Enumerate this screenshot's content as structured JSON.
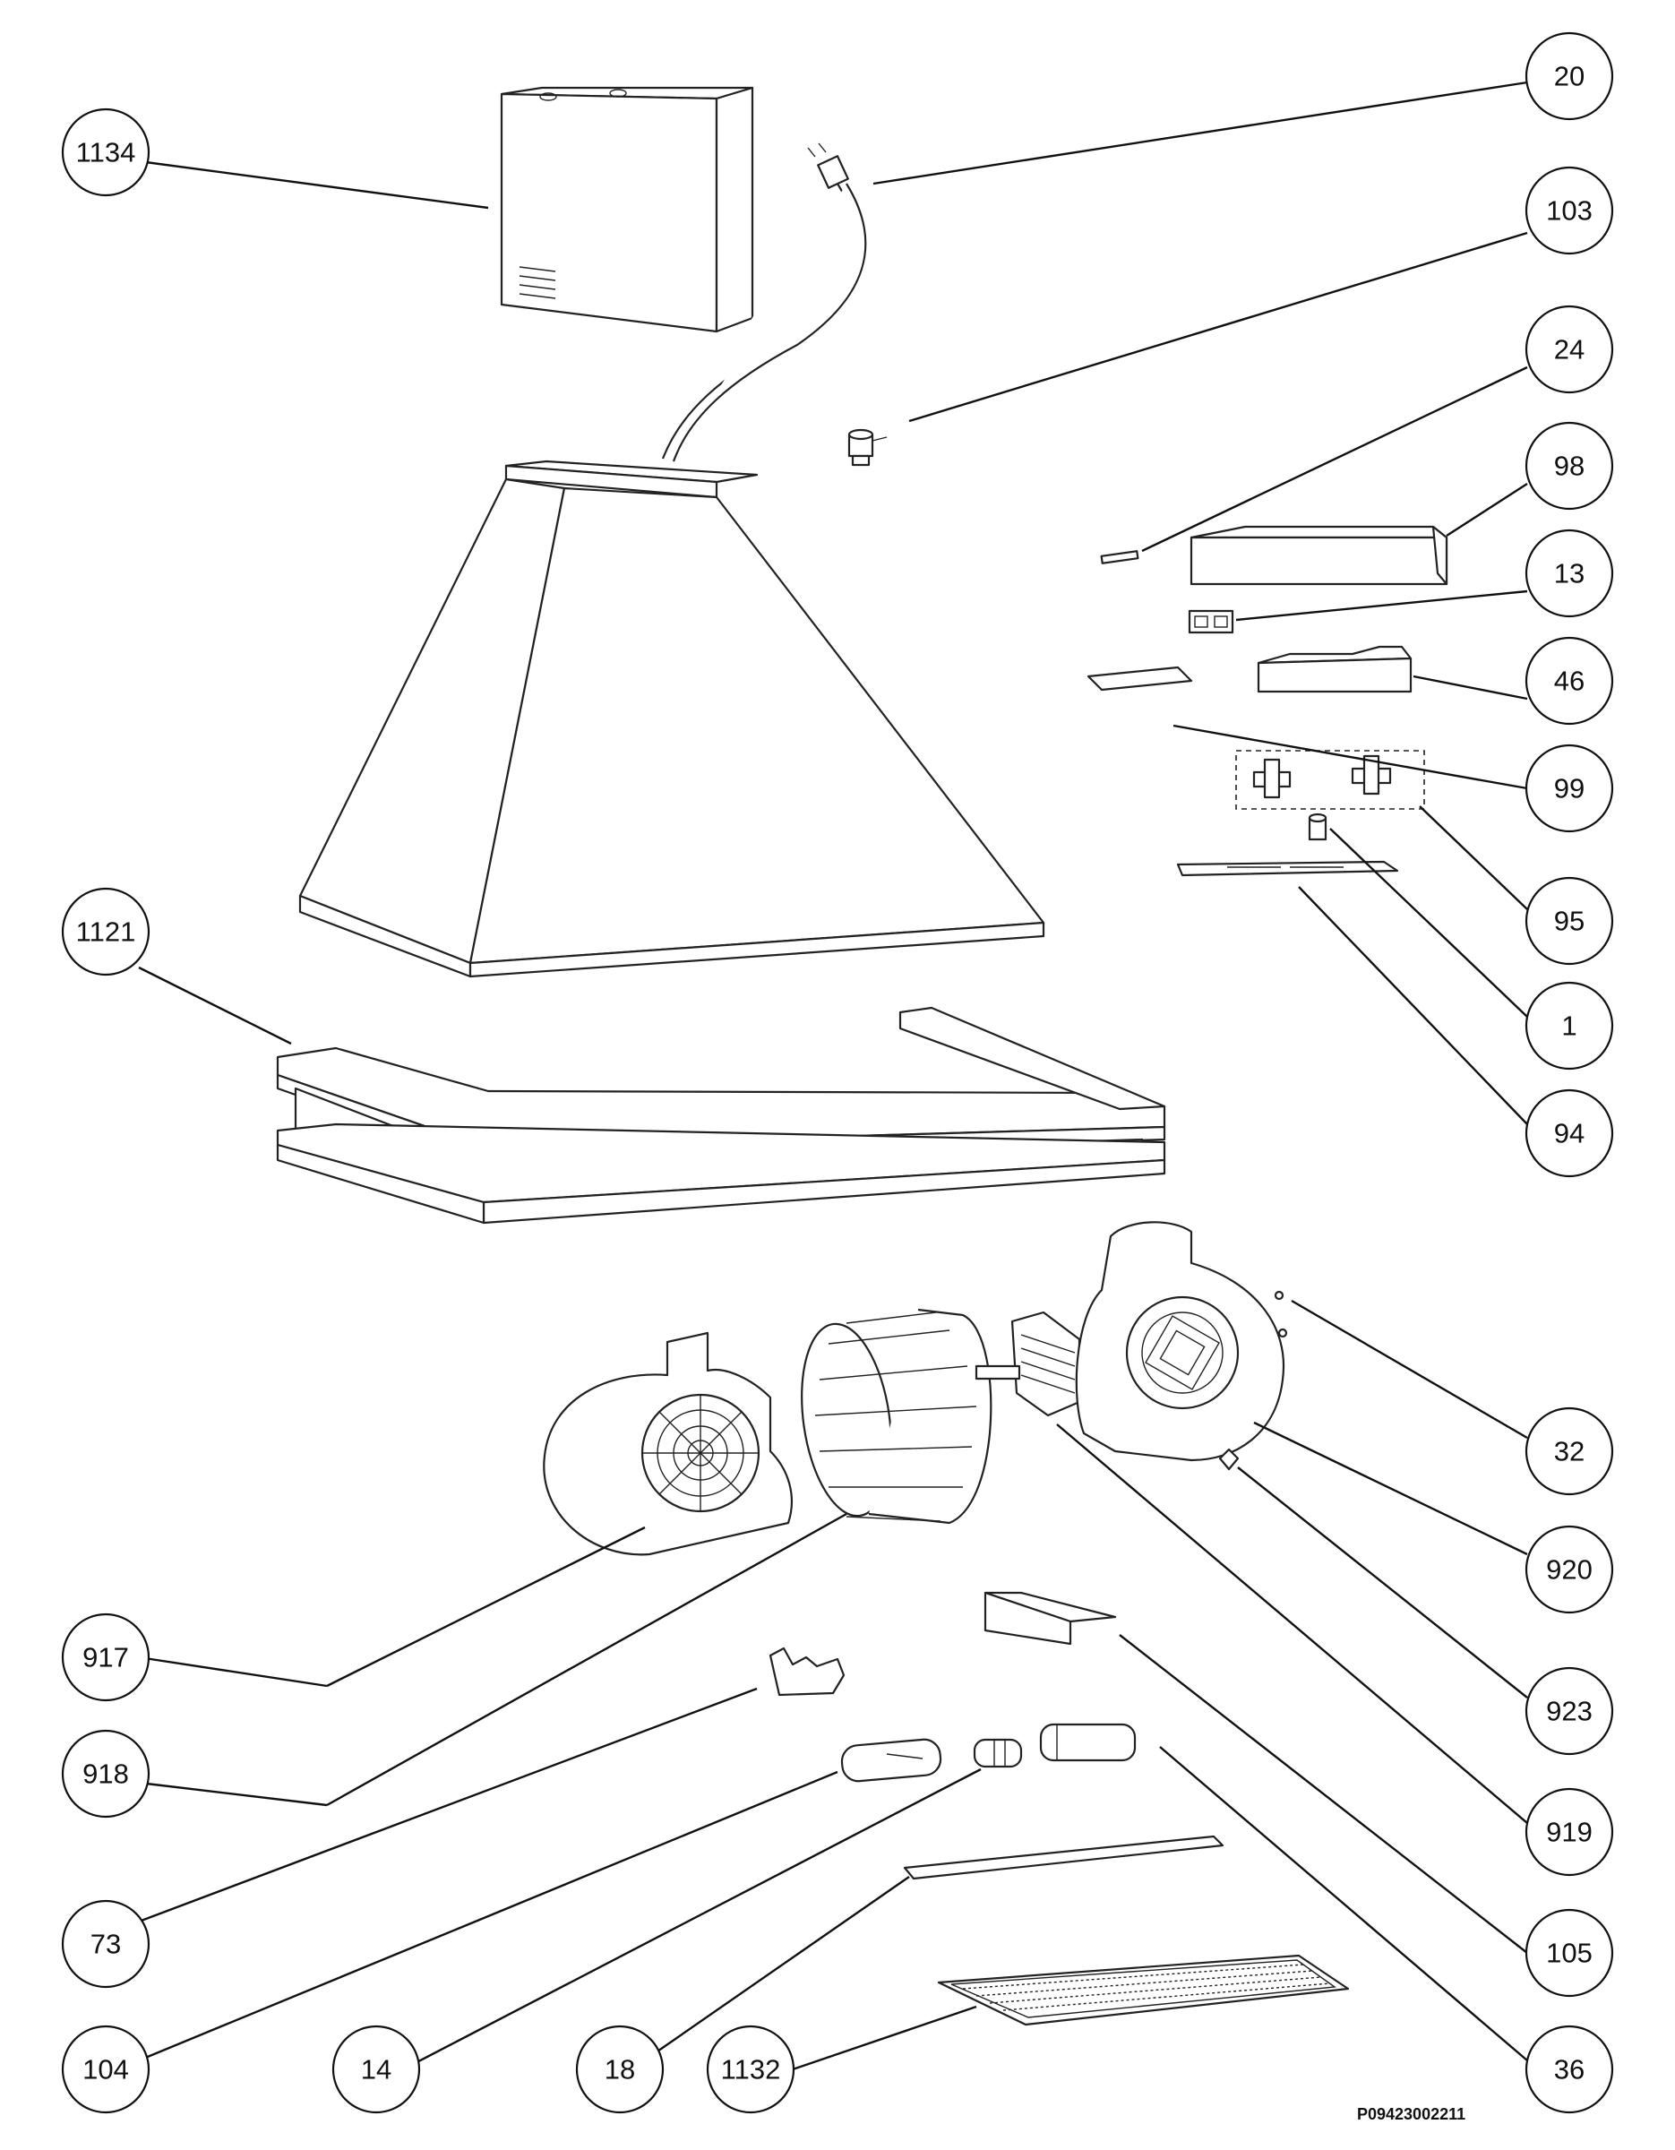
{
  "document_code": "P09423002211",
  "callouts": [
    {
      "id": "1134",
      "label": "1134"
    },
    {
      "id": "20",
      "label": "20"
    },
    {
      "id": "103",
      "label": "103"
    },
    {
      "id": "24",
      "label": "24"
    },
    {
      "id": "98",
      "label": "98"
    },
    {
      "id": "13",
      "label": "13"
    },
    {
      "id": "46",
      "label": "46"
    },
    {
      "id": "99",
      "label": "99"
    },
    {
      "id": "95",
      "label": "95"
    },
    {
      "id": "1",
      "label": "1"
    },
    {
      "id": "94",
      "label": "94"
    },
    {
      "id": "1121",
      "label": "1121"
    },
    {
      "id": "32",
      "label": "32"
    },
    {
      "id": "920",
      "label": "920"
    },
    {
      "id": "923",
      "label": "923"
    },
    {
      "id": "919",
      "label": "919"
    },
    {
      "id": "105",
      "label": "105"
    },
    {
      "id": "917",
      "label": "917"
    },
    {
      "id": "918",
      "label": "918"
    },
    {
      "id": "73",
      "label": "73"
    },
    {
      "id": "104",
      "label": "104"
    },
    {
      "id": "14",
      "label": "14"
    },
    {
      "id": "18",
      "label": "18"
    },
    {
      "id": "1132",
      "label": "1132"
    },
    {
      "id": "36",
      "label": "36"
    }
  ]
}
